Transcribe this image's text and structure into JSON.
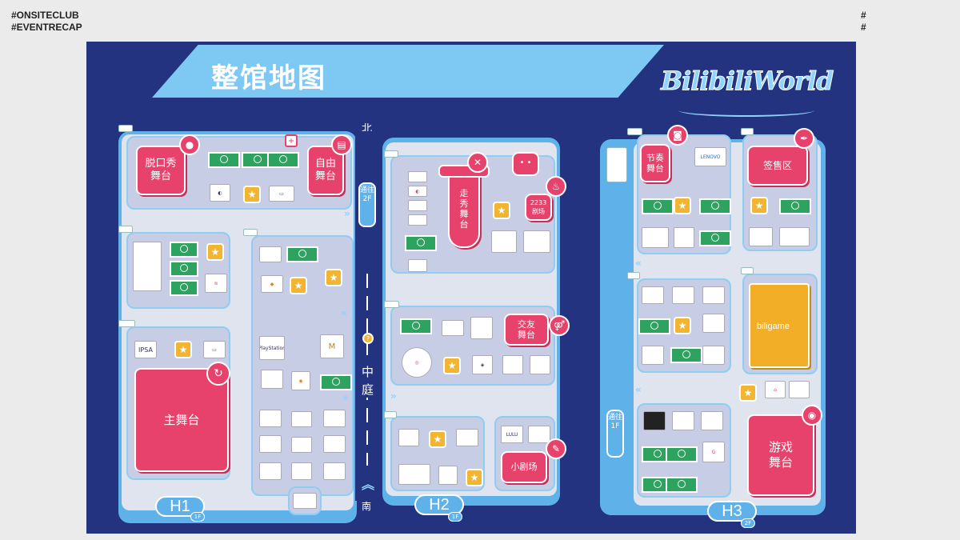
{
  "tags": {
    "line1": "#ONSITECLUB",
    "line2": "#EVENTRECAP",
    "right1": "#",
    "right2": "#"
  },
  "map": {
    "title": "整馆地图",
    "brand": "BilibiliWorld",
    "colors": {
      "navy": "#23337f",
      "light_blue": "#5fb1ea",
      "stage_pink": "#e6426b",
      "court_green": "#2ea35f",
      "badge_gold": "#f2b531",
      "biligame_yellow": "#f3ae27"
    },
    "compass": {
      "north": "北",
      "south": "南"
    },
    "courtyard": [
      "中",
      "庭"
    ],
    "halls": {
      "h1": {
        "name": "H1",
        "floor": "1F",
        "elevator": "通往\n2F"
      },
      "h2": {
        "name": "H2",
        "floor": "1F"
      },
      "h3": {
        "name": "H3",
        "floor": "2F",
        "elevator": "通往\n1F"
      }
    },
    "stages": {
      "talk_show": "脱口秀\n舞台",
      "free": "自由\n舞台",
      "main": "主舞台",
      "catwalk": "走\n秀\n舞\n台",
      "theater_2233": "2233\n剧场",
      "social": "交友\n舞台",
      "small_theater": "小剧场",
      "rhythm": "节奏\n舞台",
      "ticket": "签售区",
      "game": "游戏\n舞台"
    },
    "biligame": "biligame",
    "logos": {
      "ipsa": "IPSA",
      "lenovo": "LENOVO",
      "playstation": "PlayStation",
      "lulu": "LULU"
    }
  }
}
